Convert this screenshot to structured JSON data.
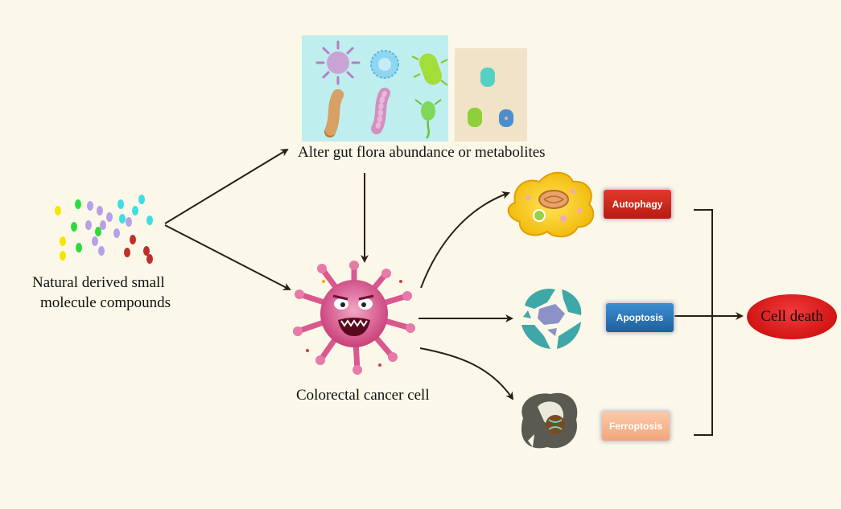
{
  "labels": {
    "compounds_line1": "Natural derived small",
    "compounds_line2": "molecule compounds",
    "gut_flora": "Alter gut flora abundance or metabolites",
    "cancer_cell": "Colorectal cancer cell",
    "cell_death": "Cell death"
  },
  "pathways": [
    {
      "label": "Autophagy",
      "color": "#c9231a"
    },
    {
      "label": "Apoptosis",
      "color": "#2a74b8"
    },
    {
      "label": "Ferroptosis",
      "color": "#f6b38d"
    }
  ],
  "colors": {
    "background": "#fbf8e9",
    "arrow": "#2b1e14",
    "gut_panel": "#bfeeee",
    "metabolite_panel": "#f1e3c8"
  }
}
